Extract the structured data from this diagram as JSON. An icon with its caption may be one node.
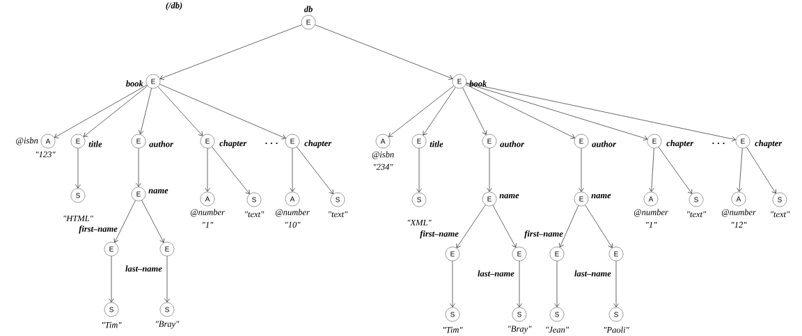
{
  "diagram": {
    "nodes": [
      {
        "text": [
          "E"
        ],
        "beside": [
          "db"
        ]
      },
      {
        "text": [
          "E"
        ],
        "beside": [
          "book"
        ]
      },
      {
        "text": [
          "E"
        ],
        "beside": [
          "book"
        ]
      },
      {
        "text": [
          "A"
        ],
        "beside": [
          "@isbn",
          "\"123\""
        ]
      },
      {
        "text": [
          "E"
        ],
        "beside": [
          "title"
        ]
      },
      {
        "text": [
          "E"
        ],
        "beside": [
          "author"
        ]
      },
      {
        "text": [
          "E"
        ],
        "beside": [
          "chapter"
        ]
      },
      {
        "text": [
          "E"
        ],
        "beside": [
          "chapter"
        ]
      },
      {
        "text": [
          "S"
        ],
        "beside": [
          "\"HTML\""
        ]
      },
      {
        "text": [
          "E"
        ],
        "beside": [
          "name"
        ]
      },
      {
        "text": [
          "A"
        ],
        "beside": [
          "@number",
          "\"1\""
        ]
      },
      {
        "text": [
          "S"
        ],
        "beside": [
          "\"text\""
        ]
      },
      {
        "text": [
          "A"
        ],
        "beside": [
          "@number",
          "\"10\""
        ]
      },
      {
        "text": [
          "S"
        ],
        "beside": [
          "\"text\""
        ]
      },
      {
        "text": [
          "E"
        ],
        "beside": [
          "first–name"
        ]
      },
      {
        "text": [
          "E"
        ],
        "beside": [
          "last–name"
        ]
      },
      {
        "text": [
          "S"
        ],
        "beside": [
          "\"Tim\""
        ]
      },
      {
        "text": [
          "S"
        ],
        "beside": [
          "\"Bray\""
        ]
      },
      {
        "text": [
          "A"
        ],
        "beside": [
          "@isbn",
          "\"234\""
        ]
      },
      {
        "text": [
          "E"
        ],
        "beside": [
          "title"
        ]
      },
      {
        "text": [
          "E"
        ],
        "beside": [
          "author"
        ]
      },
      {
        "text": [
          "E"
        ],
        "beside": [
          "author"
        ]
      },
      {
        "text": [
          "E"
        ],
        "beside": [
          "chapter"
        ]
      },
      {
        "text": [
          "E"
        ],
        "beside": [
          "chapter"
        ]
      },
      {
        "text": [
          "S"
        ],
        "beside": [
          "\"XML\""
        ]
      },
      {
        "text": [
          "E"
        ],
        "beside": [
          "name"
        ]
      },
      {
        "text": [
          "E"
        ],
        "beside": [
          "name"
        ]
      },
      {
        "text": [
          "A"
        ],
        "beside": [
          "@number",
          "\"1\""
        ]
      },
      {
        "text": [
          "S"
        ],
        "beside": [
          "\"text\""
        ]
      },
      {
        "text": [
          "A"
        ],
        "beside": [
          "@number",
          "\"12\""
        ]
      },
      {
        "text": [
          "S"
        ],
        "beside": [
          "\"text\""
        ]
      },
      {
        "text": [
          "E"
        ],
        "beside": [
          "first–name"
        ]
      },
      {
        "text": [
          "E"
        ],
        "beside": [
          "last–name"
        ]
      },
      {
        "text": [
          "E"
        ],
        "beside": [
          "first–name"
        ]
      },
      {
        "text": [
          "E"
        ],
        "beside": [
          "last–name"
        ]
      },
      {
        "text": [
          "S"
        ],
        "beside": [
          "\"Tim\""
        ]
      },
      {
        "text": [
          "S"
        ],
        "beside": [
          "\"Bray\""
        ]
      },
      {
        "text": [
          "S"
        ],
        "beside": [
          "\"Jean\""
        ]
      },
      {
        "text": [
          "S"
        ],
        "beside": [
          "\"Paoli\""
        ]
      }
    ],
    "edges": [
      {
        "from": 0,
        "to": 1,
        "arrow": "to"
      },
      {
        "from": 0,
        "to": 2,
        "arrow": "to"
      },
      {
        "from": 1,
        "to": 3,
        "arrow": "to"
      },
      {
        "from": 1,
        "to": 4,
        "arrow": "to"
      },
      {
        "from": 1,
        "to": 5,
        "arrow": "to"
      },
      {
        "from": 1,
        "to": 6,
        "arrow": "to"
      },
      {
        "from": 1,
        "to": 7,
        "arrow": "to"
      },
      {
        "from": 2,
        "to": 18,
        "arrow": "to"
      },
      {
        "from": 2,
        "to": 19,
        "arrow": "to"
      },
      {
        "from": 2,
        "to": 20,
        "arrow": "to"
      },
      {
        "from": 2,
        "to": 21,
        "arrow": "to"
      },
      {
        "from": 2,
        "to": 22,
        "arrow": "to"
      },
      {
        "from": 2,
        "to": 23,
        "arrow": "to"
      },
      {
        "from": 4,
        "to": 8,
        "arrow": "to"
      },
      {
        "from": 5,
        "to": 9,
        "arrow": "to"
      },
      {
        "from": 6,
        "to": 10,
        "arrow": "to"
      },
      {
        "from": 6,
        "to": 11,
        "arrow": "to"
      },
      {
        "from": 7,
        "to": 12,
        "arrow": "to"
      },
      {
        "from": 7,
        "to": 13,
        "arrow": "to"
      },
      {
        "from": 9,
        "to": 14,
        "arrow": "to"
      },
      {
        "from": 9,
        "to": 15,
        "arrow": "to"
      },
      {
        "from": 14,
        "to": 16,
        "arrow": "to"
      },
      {
        "from": 15,
        "to": 17,
        "arrow": "to"
      },
      {
        "from": 19,
        "to": 24,
        "arrow": "to"
      },
      {
        "from": 20,
        "to": 25,
        "arrow": "to"
      },
      {
        "from": 21,
        "to": 26,
        "arrow": "to"
      },
      {
        "from": 22,
        "to": 27,
        "arrow": "to"
      },
      {
        "from": 22,
        "to": 28,
        "arrow": "to"
      },
      {
        "from": 23,
        "to": 29,
        "arrow": "to"
      },
      {
        "from": 23,
        "to": 30,
        "arrow": "to"
      },
      {
        "from": 25,
        "to": 31,
        "arrow": "to"
      },
      {
        "from": 25,
        "to": 32,
        "arrow": "to"
      },
      {
        "from": 26,
        "to": 33,
        "arrow": "to"
      },
      {
        "from": 26,
        "to": 34,
        "arrow": "to"
      },
      {
        "from": 31,
        "to": 35,
        "arrow": "to"
      },
      {
        "from": 32,
        "to": 36,
        "arrow": "to"
      },
      {
        "from": 33,
        "to": 37,
        "arrow": "to"
      },
      {
        "from": 34,
        "to": 38,
        "arrow": "to"
      }
    ],
    "labels": [
      "(/db)",
      ". . .",
      ". . ."
    ]
  }
}
